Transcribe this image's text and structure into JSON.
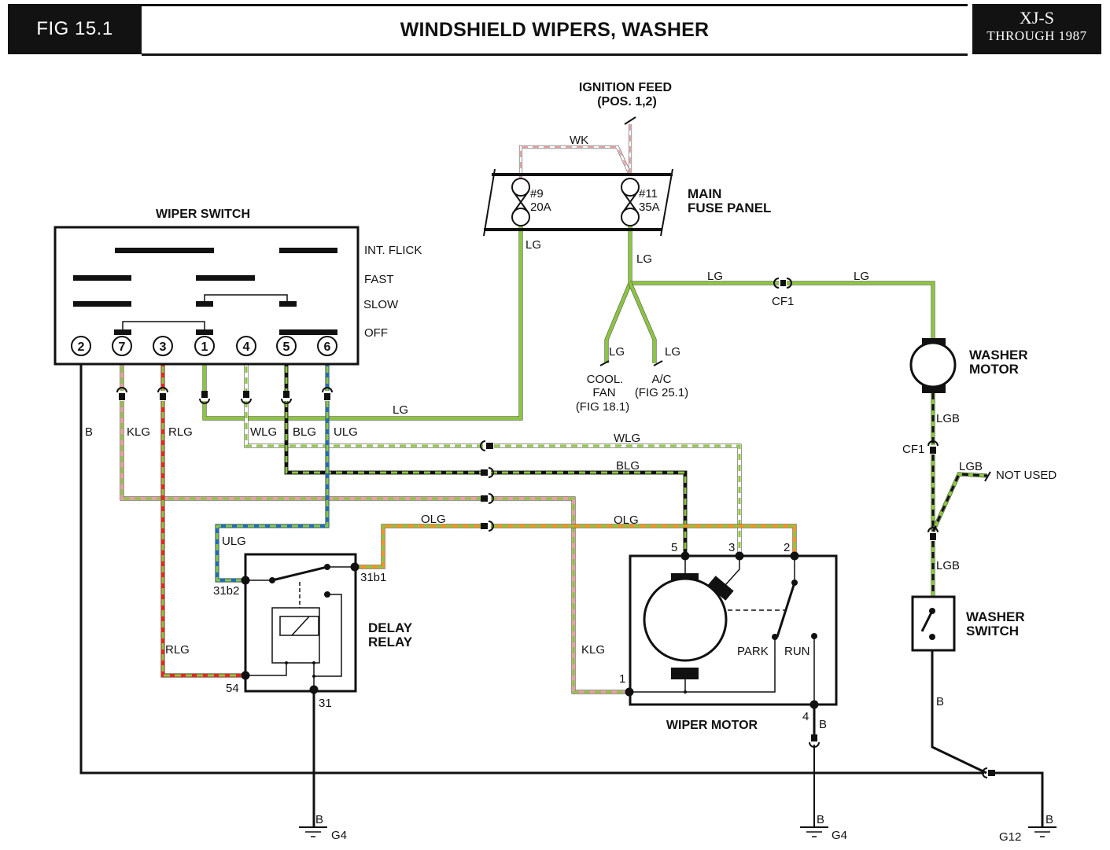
{
  "header": {
    "figure": "FIG 15.1",
    "title": "WINDSHIELD WIPERS, WASHER",
    "model": "XJ-S",
    "years": "THROUGH 1987"
  },
  "ignition": {
    "title_line1": "IGNITION FEED",
    "title_line2": "(POS. 1,2)",
    "wire": "WK"
  },
  "fuse_panel": {
    "title_line1": "MAIN",
    "title_line2": "FUSE PANEL",
    "fuses": [
      {
        "number": "#9",
        "rating": "20A",
        "out_wire": "LG"
      },
      {
        "number": "#11",
        "rating": "35A",
        "out_wire": "LG"
      }
    ]
  },
  "wiper_switch": {
    "title": "WIPER SWITCH",
    "positions": [
      "INT. FLICK",
      "FAST",
      "SLOW",
      "OFF"
    ],
    "terminals": [
      "2",
      "7",
      "3",
      "1",
      "4",
      "5",
      "6"
    ],
    "wires": {
      "t2": "B",
      "t7": "KLG",
      "t3": "RLG",
      "t1": "LG",
      "t4": "WLG",
      "t5": "BLG",
      "t6": "ULG"
    }
  },
  "branches": {
    "lg_top": "LG",
    "lg_right1": "LG",
    "lg_right2": "LG",
    "connector": "CF1",
    "cool_fan_wire": "LG",
    "ac_wire": "LG",
    "cool_fan_line1": "COOL.",
    "cool_fan_line2": "FAN",
    "cool_fan_line3": "(FIG 18.1)",
    "ac_line1": "A/C",
    "ac_line2": "(FIG 25.1)"
  },
  "washer": {
    "motor_line1": "WASHER",
    "motor_line2": "MOTOR",
    "switch_line1": "WASHER",
    "switch_line2": "SWITCH",
    "wire_upper": "LGB",
    "connector": "CF1",
    "wire_branch": "LGB",
    "not_used": "NOT USED",
    "wire_lower": "LGB",
    "ground_wire": "B"
  },
  "delay_relay": {
    "title_line1": "DELAY",
    "title_line2": "RELAY",
    "terminals": {
      "a": "31b2",
      "b": "31b1",
      "c": "54",
      "d": "31"
    },
    "in_wire": "ULG",
    "rlg_wire": "RLG"
  },
  "wiper_motor": {
    "title": "WIPER MOTOR",
    "terminals": {
      "t5": "5",
      "t3": "3",
      "t2": "2",
      "t1": "1",
      "t4": "4"
    },
    "park": "PARK",
    "run": "RUN",
    "wires": {
      "wlg": "WLG",
      "blg": "BLG",
      "olg": "OLG",
      "klg": "KLG",
      "ground": "B"
    }
  },
  "grounds": [
    {
      "wire": "B",
      "name": "G4"
    },
    {
      "wire": "B",
      "name": "G4"
    },
    {
      "wire": "B",
      "name": "G12"
    }
  ],
  "wire_colors": {
    "LG": "#8cc63f",
    "B": "#111111",
    "W": "#ffffff",
    "K": "#e8a0a0",
    "R": "#e8261c",
    "U": "#1b6fb5",
    "O": "#f7941d",
    "BLACK": "#111111"
  }
}
